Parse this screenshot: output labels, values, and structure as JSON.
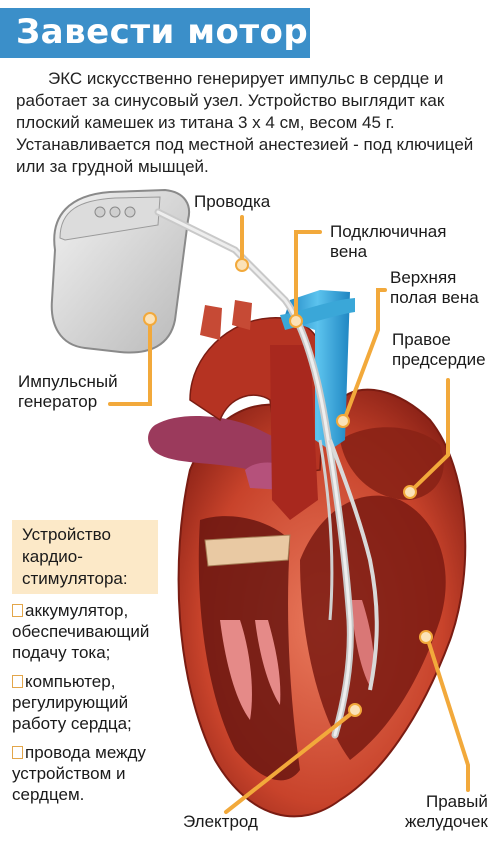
{
  "title": "Завести мотор",
  "intro": "ЭКС искусственно генерирует импульс в сердце и работает за синусовый узел. Устройство выглядит как плоский камешек из титана 3 х 4 см, весом 45 г. Устанавливается под местной анестезией - под ключицей или за грудной мышцей.",
  "labels": {
    "wiring": "Проводка",
    "subclavian": "Подключичная\nвена",
    "svc": "Верхняя\nполая вена",
    "atrium": "Правое\nпредсердие",
    "generator": "Импульсный\nгенератор",
    "electrode": "Электрод",
    "ventricle": "Правый\nжелудочек"
  },
  "device_box": {
    "heading": "Устройство\nкардио-\nстимулятора:",
    "items": [
      "аккумулятор, обеспечивающий подачу тока;",
      "компьютер, регулирующий работу сердца;",
      "провода между устройством и сердцем."
    ]
  },
  "colors": {
    "title_bg": "#3b8fc9",
    "accent": "#f2a93b",
    "box_bg": "#fce9c8",
    "vein": "#3aa7d8",
    "heart": "#c8432b",
    "aorta": "#a8281e",
    "pulmonary": "#9b3a5c"
  }
}
